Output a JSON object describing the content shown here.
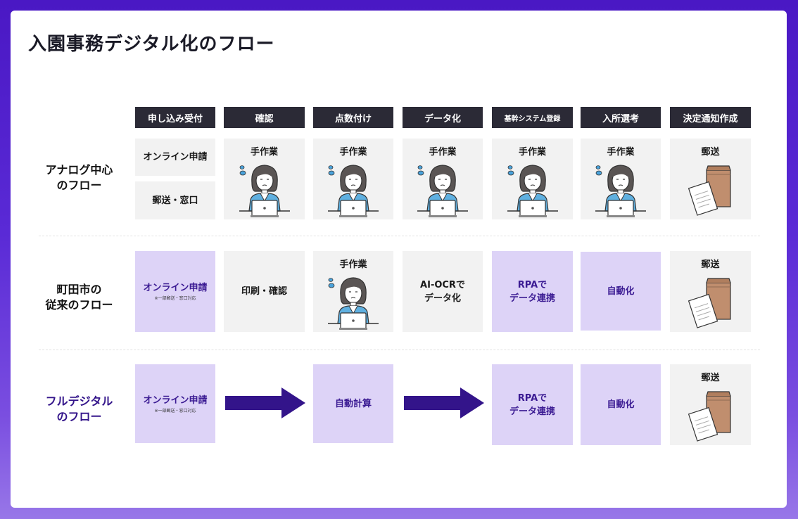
{
  "title": "入園事務デジタル化のフロー",
  "colors": {
    "background_top": "#4a18c4",
    "header_bg": "#2b2a36",
    "lavender": "#ddd3f7",
    "purple_text": "#3b1b93",
    "arrow": "#33148a",
    "gray_cell": "#f2f2f2"
  },
  "headers": [
    "申し込み受付",
    "確認",
    "点数付け",
    "データ化",
    "基幹システム登録",
    "入所選考",
    "決定通知作成"
  ],
  "rows": [
    {
      "label_line1": "アナログ中心",
      "label_line2": "のフロー",
      "intake": [
        "オンライン申請",
        "郵送・窓口"
      ],
      "manual": "手作業",
      "mail": "郵送"
    },
    {
      "label_line1": "町田市の",
      "label_line2": "従来のフロー",
      "online": "オンライン申請",
      "online_note": "※一部郵送・窓口対応",
      "print": "印刷・確認",
      "manual": "手作業",
      "ocr_line1": "AI-OCRで",
      "ocr_line2": "データ化",
      "rpa_line1": "RPAで",
      "rpa_line2": "データ連携",
      "auto": "自動化",
      "mail": "郵送"
    },
    {
      "label_line1": "フルデジタル",
      "label_line2": "のフロー",
      "online": "オンライン申請",
      "online_note": "※一部郵送・窓口対応",
      "calc": "自動計算",
      "rpa_line1": "RPAで",
      "rpa_line2": "データ連携",
      "auto": "自動化",
      "mail": "郵送"
    }
  ],
  "icons": {
    "worker": "person-at-laptop-icon",
    "mail": "envelope-document-icon",
    "arrow": "right-arrow-icon"
  }
}
